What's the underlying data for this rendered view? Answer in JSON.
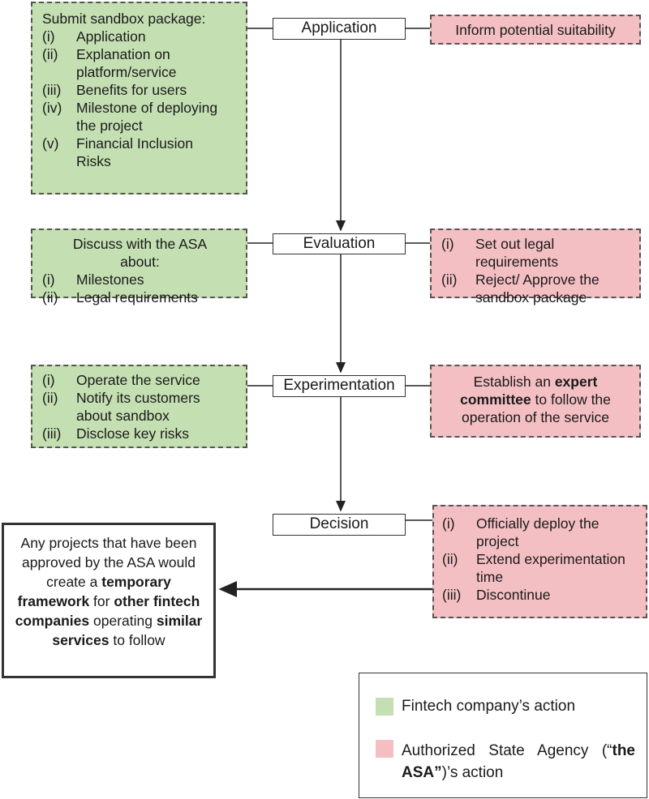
{
  "colors": {
    "fintech": "#c4dfb2",
    "asa": "#f4bfc3",
    "line": "#222222"
  },
  "stages": [
    {
      "label": "Application",
      "fintech": {
        "heading": "Submit sandbox package:",
        "items": [
          {
            "n": "(i)",
            "t": "Application"
          },
          {
            "n": "(ii)",
            "t": "Explanation on platform/service"
          },
          {
            "n": "(iii)",
            "t": "Benefits for users"
          },
          {
            "n": "(iv)",
            "t": "Milestone of deploying the project"
          },
          {
            "n": "(v)",
            "t": "Financial Inclusion Risks"
          }
        ]
      },
      "asa": {
        "text": "Inform potential suitability"
      }
    },
    {
      "label": "Evaluation",
      "fintech": {
        "heading": "Discuss with the ASA about:",
        "items": [
          {
            "n": "(i)",
            "t": "Milestones"
          },
          {
            "n": "(ii)",
            "t": "Legal requirements"
          }
        ]
      },
      "asa": {
        "items": [
          {
            "n": "(i)",
            "t": "Set out legal requirements"
          },
          {
            "n": "(ii)",
            "t": "Reject/ Approve the sandbox package"
          }
        ]
      }
    },
    {
      "label": "Experimentation",
      "fintech": {
        "items": [
          {
            "n": "(i)",
            "t": "Operate the service"
          },
          {
            "n": "(ii)",
            "t": "Notify its customers about sandbox"
          },
          {
            "n": "(iii)",
            "t": "Disclose key risks"
          }
        ]
      },
      "asa": {
        "pre": "Establish an ",
        "bold": "expert committee",
        "post": " to follow the operation of the service"
      }
    },
    {
      "label": "Decision",
      "asa": {
        "items": [
          {
            "n": "(i)",
            "t": "Officially deploy the project"
          },
          {
            "n": "(ii)",
            "t": "Extend experimentation time"
          },
          {
            "n": "(iii)",
            "t": "Discontinue"
          }
        ]
      }
    }
  ],
  "outcome": {
    "p1": "Any projects that have been approved by the ASA would create a ",
    "b1": "temporary framework",
    "p2": " for ",
    "b2": "other fintech companies",
    "p3": " operating ",
    "b3": "similar services",
    "p4": " to follow"
  },
  "legend": {
    "fintech": "Fintech company’s action",
    "asa_pre": "Authorized State Agency (“",
    "asa_bold": "the ASA”",
    "asa_post": ")’s action"
  }
}
